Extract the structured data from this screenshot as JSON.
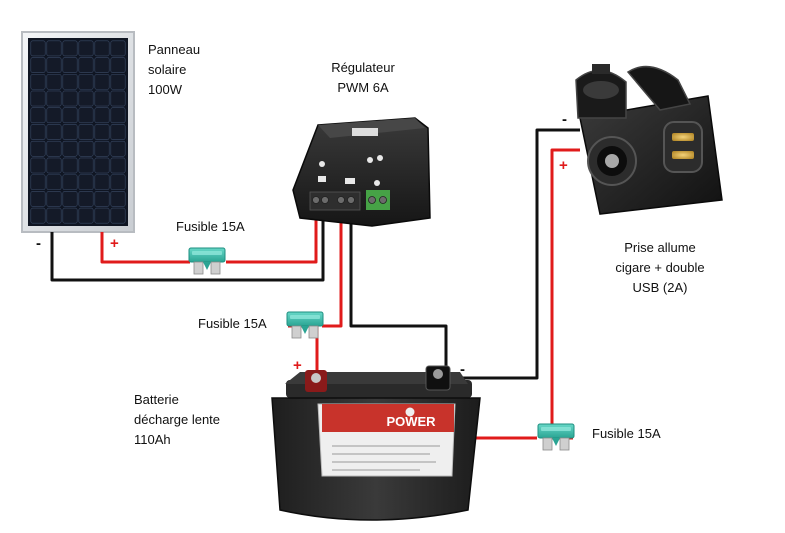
{
  "colors": {
    "wire_positive": "#e01b1b",
    "wire_negative": "#111111",
    "fuse_body": "#3fbfae",
    "fuse_dark": "#1e8f80",
    "battery_body": "#2b2b2b",
    "battery_label": "#efefef",
    "battery_brand": "#c8332b",
    "regulator_body": "#262626",
    "solar_cell": "#141a28",
    "outlet_body": "#1c1c1c",
    "plus_color": "#e01b1b",
    "minus_color": "#111111"
  },
  "solar_panel": {
    "lines": [
      "Panneau",
      "solaire",
      "100W"
    ]
  },
  "regulator": {
    "lines": [
      "Régulateur",
      "PWM 6A"
    ]
  },
  "outlet": {
    "lines": [
      "Prise allume",
      "cigare + double",
      "USB (2A)"
    ]
  },
  "battery": {
    "lines": [
      "Batterie",
      "décharge lente",
      "110Ah"
    ],
    "brand": "POWER"
  },
  "fuses": {
    "solar": "Fusible 15A",
    "battery": "Fusible 15A",
    "outlet": "Fusible 15A"
  },
  "polarity": {
    "plus": "+",
    "minus": "-"
  },
  "icons": {
    "solar_panel": "solar-panel-icon",
    "regulator": "charge-controller-icon",
    "battery": "battery-icon",
    "outlet": "cigarette-lighter-usb-socket-icon",
    "fuse": "blade-fuse-icon"
  }
}
